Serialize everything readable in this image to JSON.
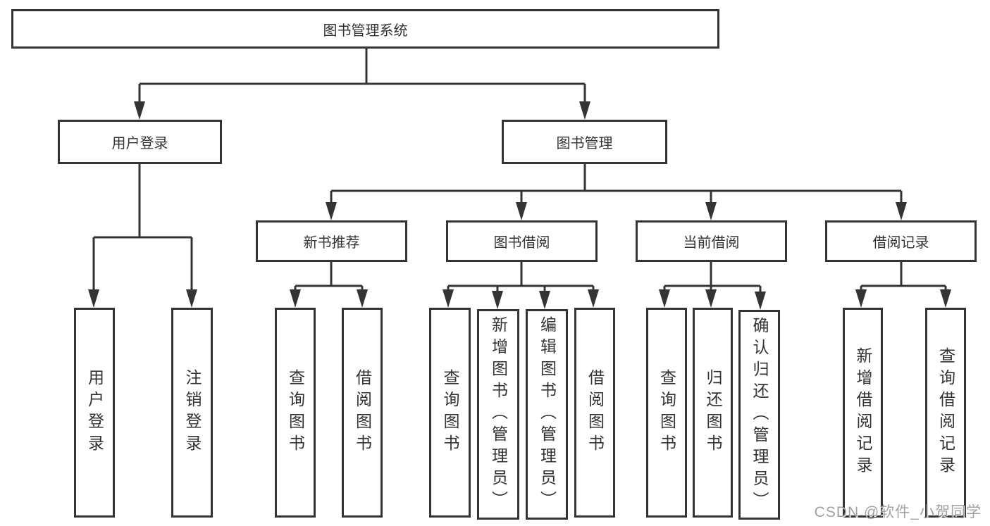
{
  "diagram": {
    "title": "图书管理系统",
    "watermark": "CSDN @软件_小贺同学",
    "branches": [
      {
        "label": "用户登录",
        "children": [
          {
            "label": "用户登录"
          },
          {
            "label": "注销登录"
          }
        ]
      },
      {
        "label": "图书管理",
        "children": [
          {
            "label": "新书推荐",
            "children": [
              {
                "label": "查询图书"
              },
              {
                "label": "借阅图书"
              }
            ]
          },
          {
            "label": "图书借阅",
            "children": [
              {
                "label": "查询图书"
              },
              {
                "label": "新增图书（管理员）"
              },
              {
                "label": "编辑图书（管理员）"
              },
              {
                "label": "借阅图书"
              }
            ]
          },
          {
            "label": "当前借阅",
            "children": [
              {
                "label": "查询图书"
              },
              {
                "label": "归还图书"
              },
              {
                "label": "确认归还（管理员）"
              }
            ]
          },
          {
            "label": "借阅记录",
            "children": [
              {
                "label": "新增借阅记录"
              },
              {
                "label": "查询借阅记录"
              }
            ]
          }
        ]
      }
    ]
  },
  "colors": {
    "line": "#343434",
    "box_border": "#343434",
    "box_fill": "#ffffff",
    "text": "#333333",
    "watermark": "#919191",
    "background": "#ffffff"
  }
}
